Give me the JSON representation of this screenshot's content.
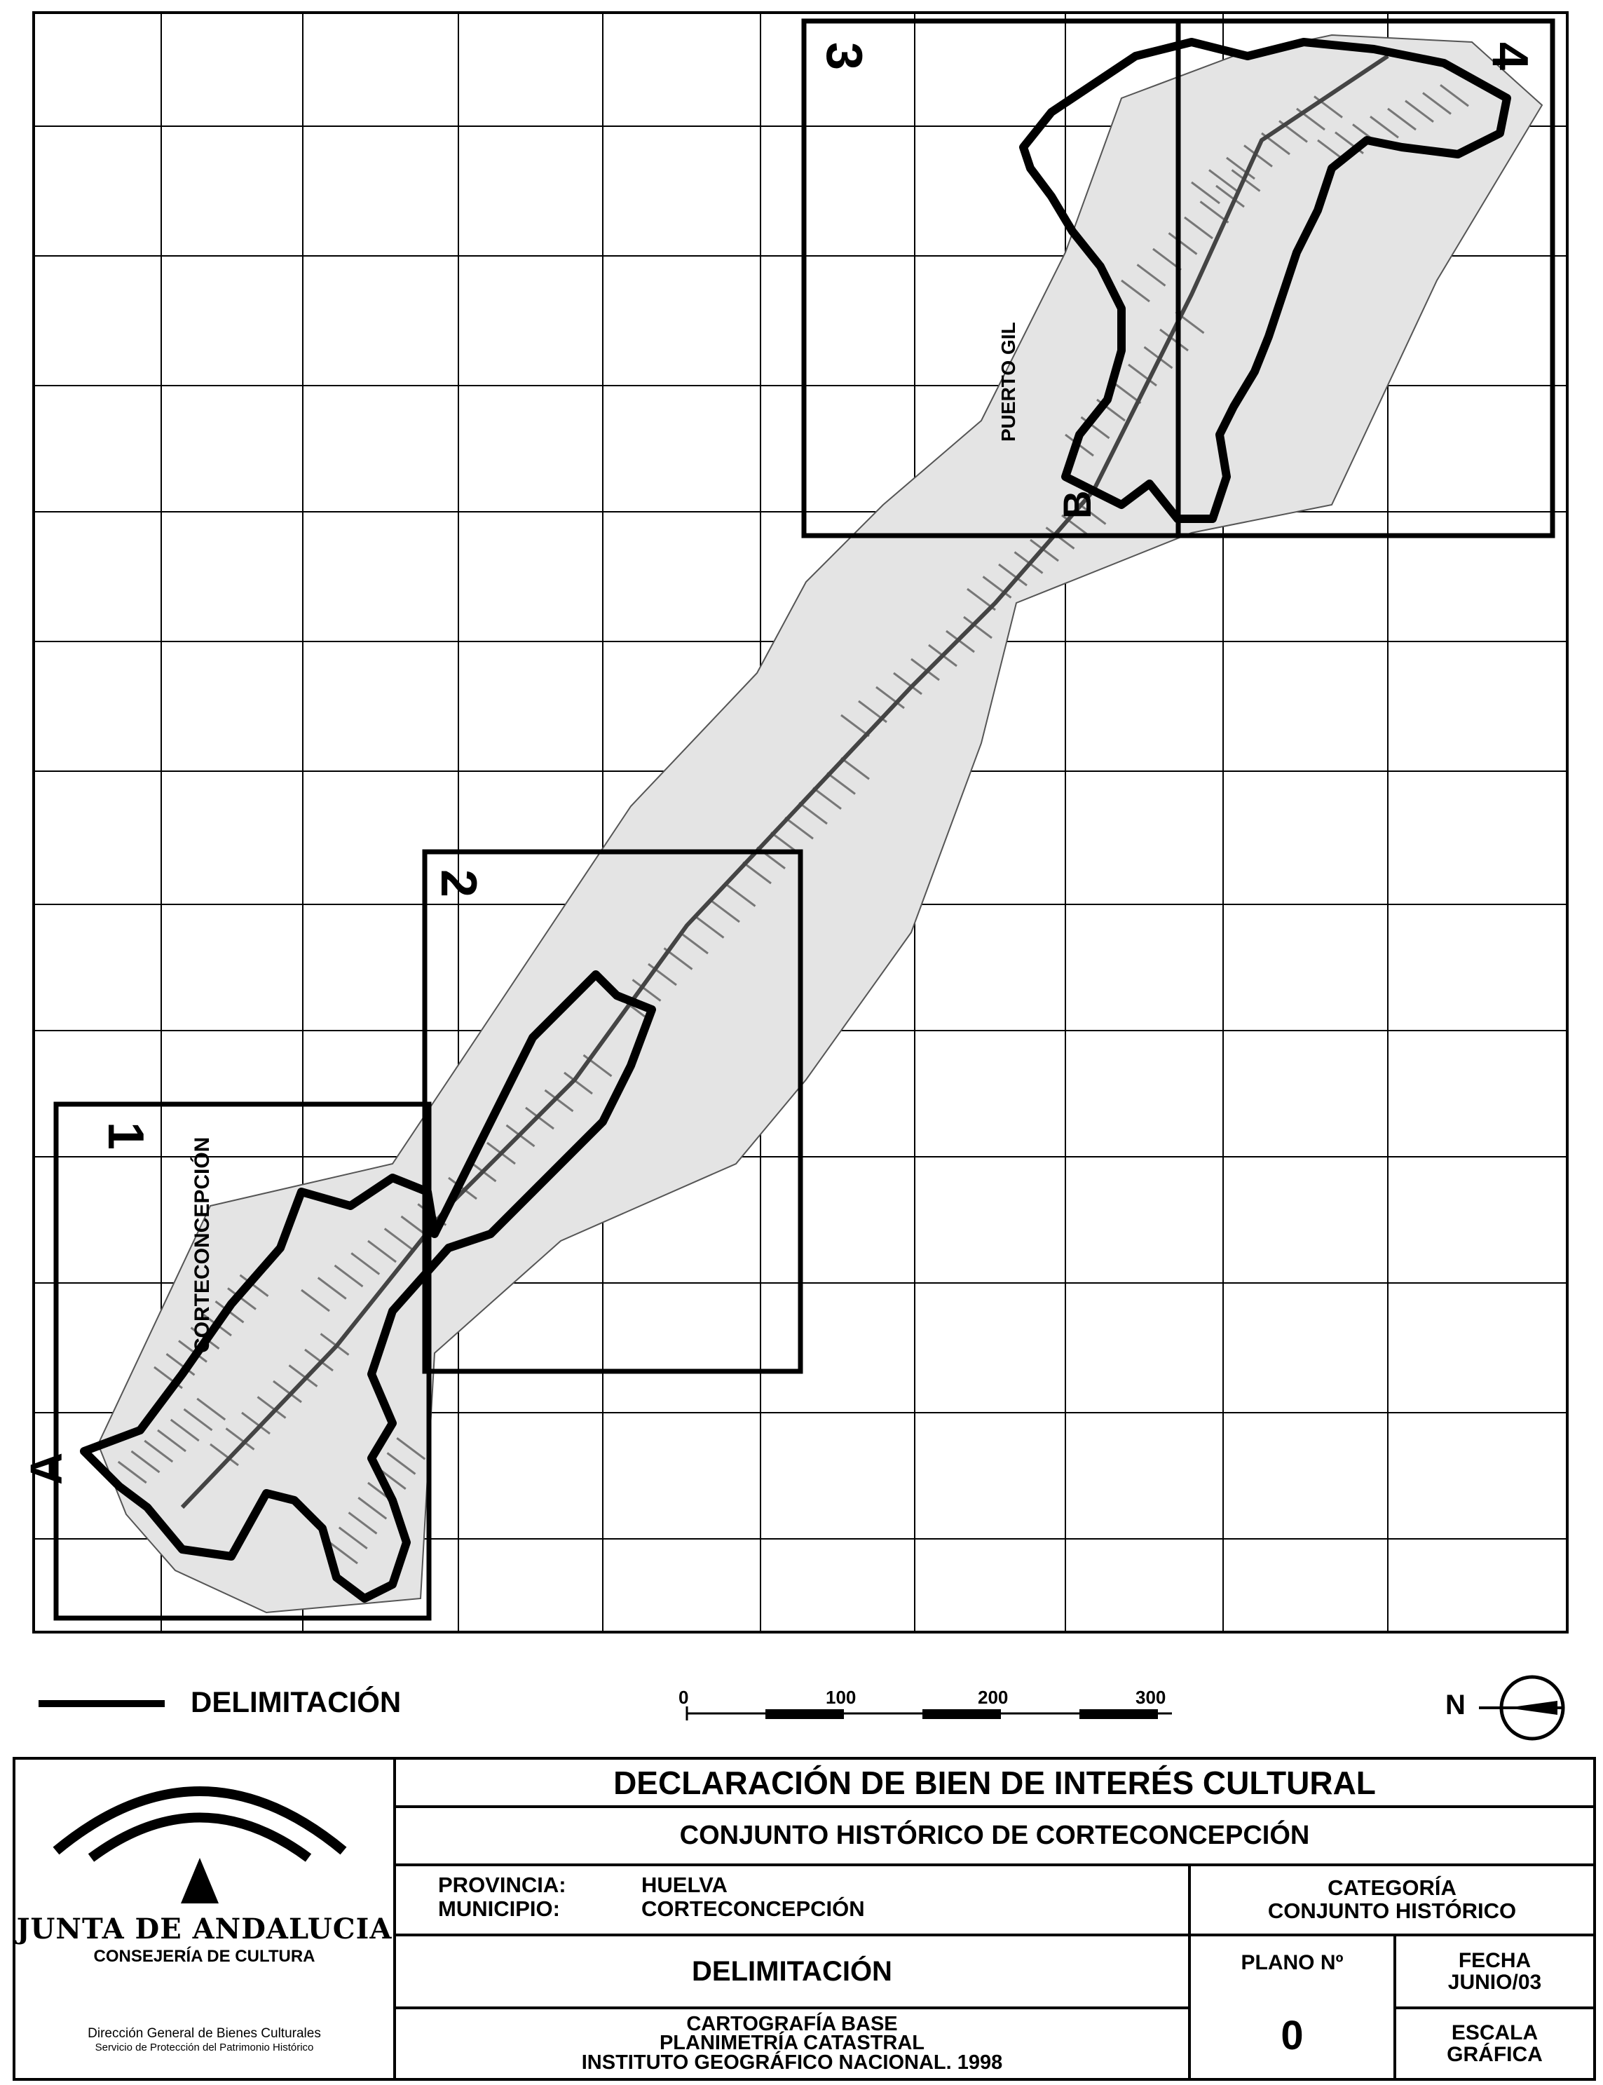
{
  "map": {
    "sheets": [
      {
        "number": "1",
        "place": "CORTECONCEPCIÓN"
      },
      {
        "number": "2"
      },
      {
        "number": "3",
        "place": "PUERTO GIL"
      },
      {
        "number": "4"
      }
    ],
    "point_labels": [
      "A",
      "B"
    ],
    "legend_label": "DELIMITACIÓN",
    "scale_labels": [
      "0",
      "100",
      "200",
      "300"
    ],
    "north_label": "N"
  },
  "titleblock": {
    "org_name": "JUNTA DE ANDALUCIA",
    "department": "CONSEJERÍA DE CULTURA",
    "directorate": "Dirección General de Bienes Culturales",
    "service": "Servicio de Protección del Patrimonio Histórico",
    "title": "DECLARACIÓN DE BIEN DE INTERÉS CULTURAL",
    "subtitle": "CONJUNTO HISTÓRICO DE CORTECONCEPCIÓN",
    "provincia_label": "PROVINCIA:",
    "provincia_value": "HUELVA",
    "municipio_label": "MUNICIPIO:",
    "municipio_value": "CORTECONCEPCIÓN",
    "categoria_label": "CATEGORÍA",
    "categoria_value": "CONJUNTO HISTÓRICO",
    "plan_name": "DELIMITACIÓN",
    "plano_label": "PLANO Nº",
    "plano_value": "0",
    "fecha_label": "FECHA",
    "fecha_value": "JUNIO/03",
    "escala_label": "ESCALA",
    "escala_value": "GRÁFICA",
    "cartografia_line1": "CARTOGRAFÍA BASE",
    "cartografia_line2": "PLANIMETRÍA CATASTRAL",
    "cartografia_line3": "INSTITUTO GEOGRÁFICO NACIONAL. 1998"
  }
}
